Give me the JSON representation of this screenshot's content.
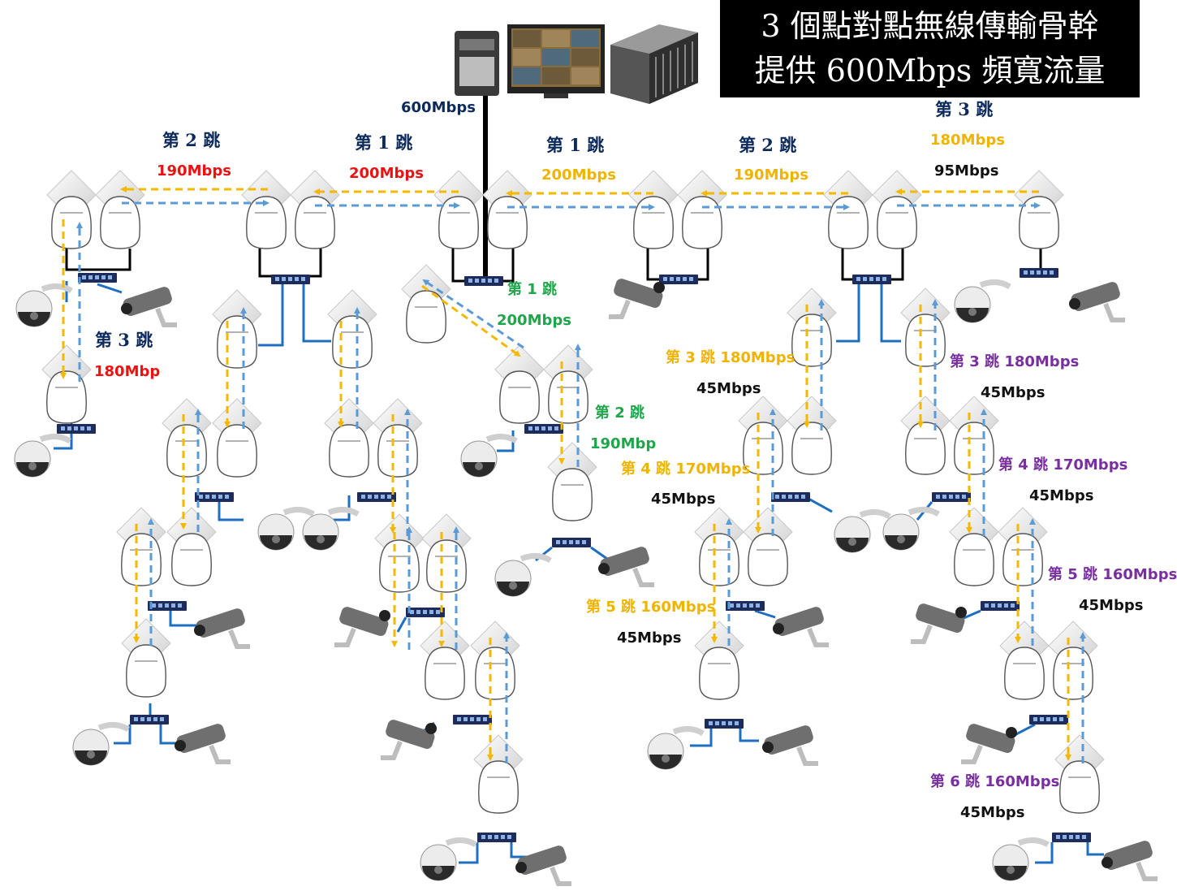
{
  "title": {
    "line1": "3 個點對點無線傳輸骨幹",
    "line2": "提供 600Mbps 頻寬流量"
  },
  "backbone_label": "600Mbps",
  "labels": [
    {
      "id": "l-hop2-left",
      "text": "第 2 跳",
      "cls": "hop"
    },
    {
      "id": "l-190-left",
      "text": "190Mbps",
      "cls": "rate red"
    },
    {
      "id": "l-hop1-left",
      "text": "第 1 跳",
      "cls": "hop"
    },
    {
      "id": "l-200-left",
      "text": "200Mbps",
      "cls": "rate red"
    },
    {
      "id": "l-hop1-right",
      "text": "第 1 跳",
      "cls": "hop"
    },
    {
      "id": "l-200-right",
      "text": "200Mbps",
      "cls": "rate gold"
    },
    {
      "id": "l-hop2-right",
      "text": "第 2 跳",
      "cls": "hop"
    },
    {
      "id": "l-190-right",
      "text": "190Mbps",
      "cls": "rate gold"
    },
    {
      "id": "l-hop3-right",
      "text": "第 3 跳",
      "cls": "hop"
    },
    {
      "id": "l-180-right",
      "text": "180Mbps",
      "cls": "rate gold"
    },
    {
      "id": "l-95",
      "text": "95Mbps",
      "cls": "rate black"
    },
    {
      "id": "l-hop3-left",
      "text": "第 3 跳",
      "cls": "hop"
    },
    {
      "id": "l-180-left",
      "text": "180Mbp",
      "cls": "rate red"
    },
    {
      "id": "l-g-hop1",
      "text": "第 1 跳",
      "cls": "rate green"
    },
    {
      "id": "l-g-200",
      "text": "200Mbps",
      "cls": "rate green"
    },
    {
      "id": "l-g-hop2",
      "text": "第 2 跳",
      "cls": "rate green"
    },
    {
      "id": "l-g-190",
      "text": "190Mbp",
      "cls": "rate green"
    },
    {
      "id": "l-y-hop3",
      "text": "第 3 跳 180Mbps",
      "cls": "rate gold"
    },
    {
      "id": "l-y-45a",
      "text": "45Mbps",
      "cls": "rate black"
    },
    {
      "id": "l-y-hop4",
      "text": "第 4 跳 170Mbps",
      "cls": "rate gold"
    },
    {
      "id": "l-y-45b",
      "text": "45Mbps",
      "cls": "rate black"
    },
    {
      "id": "l-y-hop5",
      "text": "第 5 跳 160Mbps",
      "cls": "rate gold"
    },
    {
      "id": "l-y-45c",
      "text": "45Mbps",
      "cls": "rate black"
    },
    {
      "id": "l-p-hop3",
      "text": "第 3 跳 180Mbps",
      "cls": "rate purple"
    },
    {
      "id": "l-p-45a",
      "text": "45Mbps",
      "cls": "rate black"
    },
    {
      "id": "l-p-hop4",
      "text": "第 4 跳 170Mbps",
      "cls": "rate purple"
    },
    {
      "id": "l-p-45b",
      "text": "45Mbps",
      "cls": "rate black"
    },
    {
      "id": "l-p-hop5",
      "text": "第 5 跳 160Mbps",
      "cls": "rate purple"
    },
    {
      "id": "l-p-45c",
      "text": "45Mbps",
      "cls": "rate black"
    },
    {
      "id": "l-p-hop6",
      "text": "第 6 跳 160Mbps",
      "cls": "rate purple"
    },
    {
      "id": "l-p-45d",
      "text": "45Mbps",
      "cls": "rate black"
    }
  ],
  "colors": {
    "downlink_arrow": "#f5b800",
    "uplink_arrow": "#5b9bd5",
    "cable": "#1f6fc0",
    "backbone": "#000000",
    "title_bg": "#000000"
  },
  "icons": [
    "server-tower-icon",
    "monitor-icon",
    "rack-storage-icon",
    "radio-antenna-icon",
    "network-switch-icon",
    "ptz-dome-camera-icon",
    "bullet-camera-icon"
  ]
}
